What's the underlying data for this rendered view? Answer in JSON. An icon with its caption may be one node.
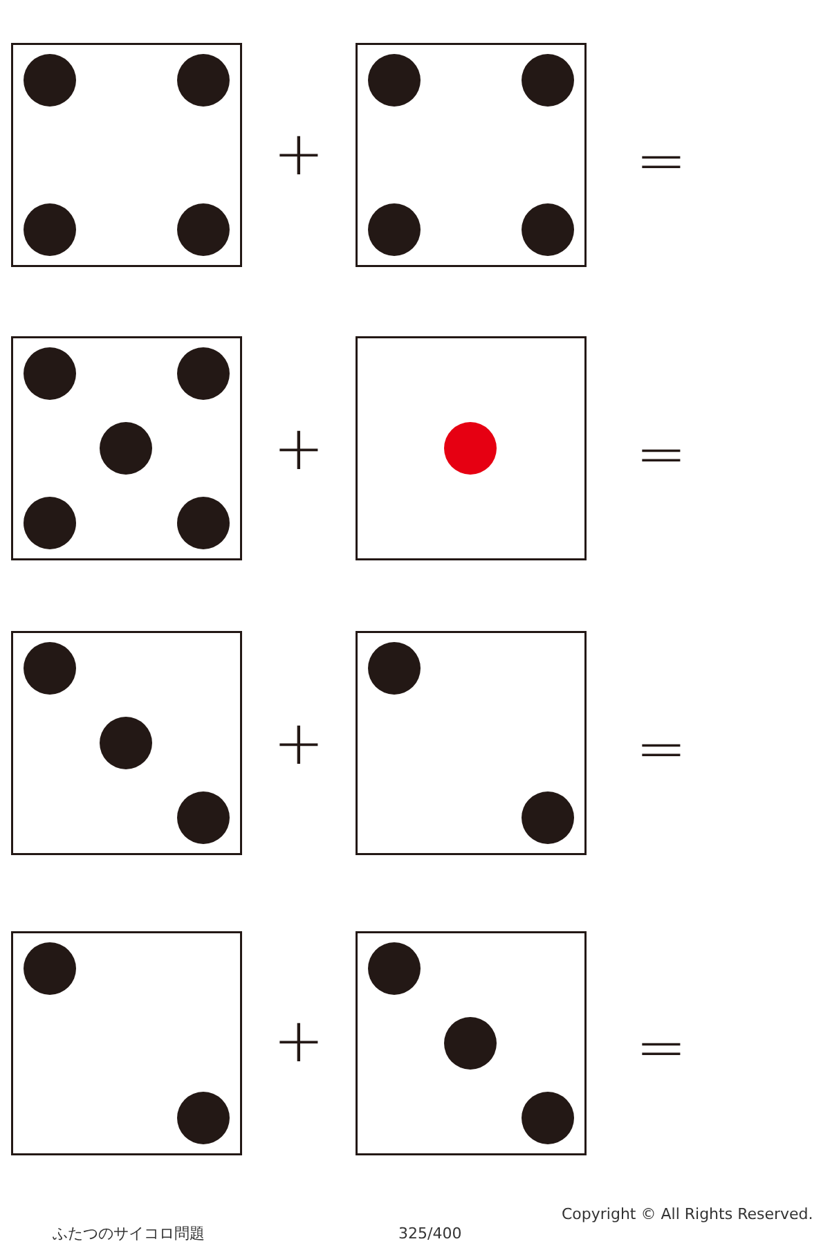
{
  "diagram": {
    "labels": [
      "+",
      "=",
      "+",
      "=",
      "+",
      "=",
      "+",
      "=",
      "ふたつのサイコロ問題",
      "325/400",
      "Copyright © All Rights Reserved."
    ]
  }
}
